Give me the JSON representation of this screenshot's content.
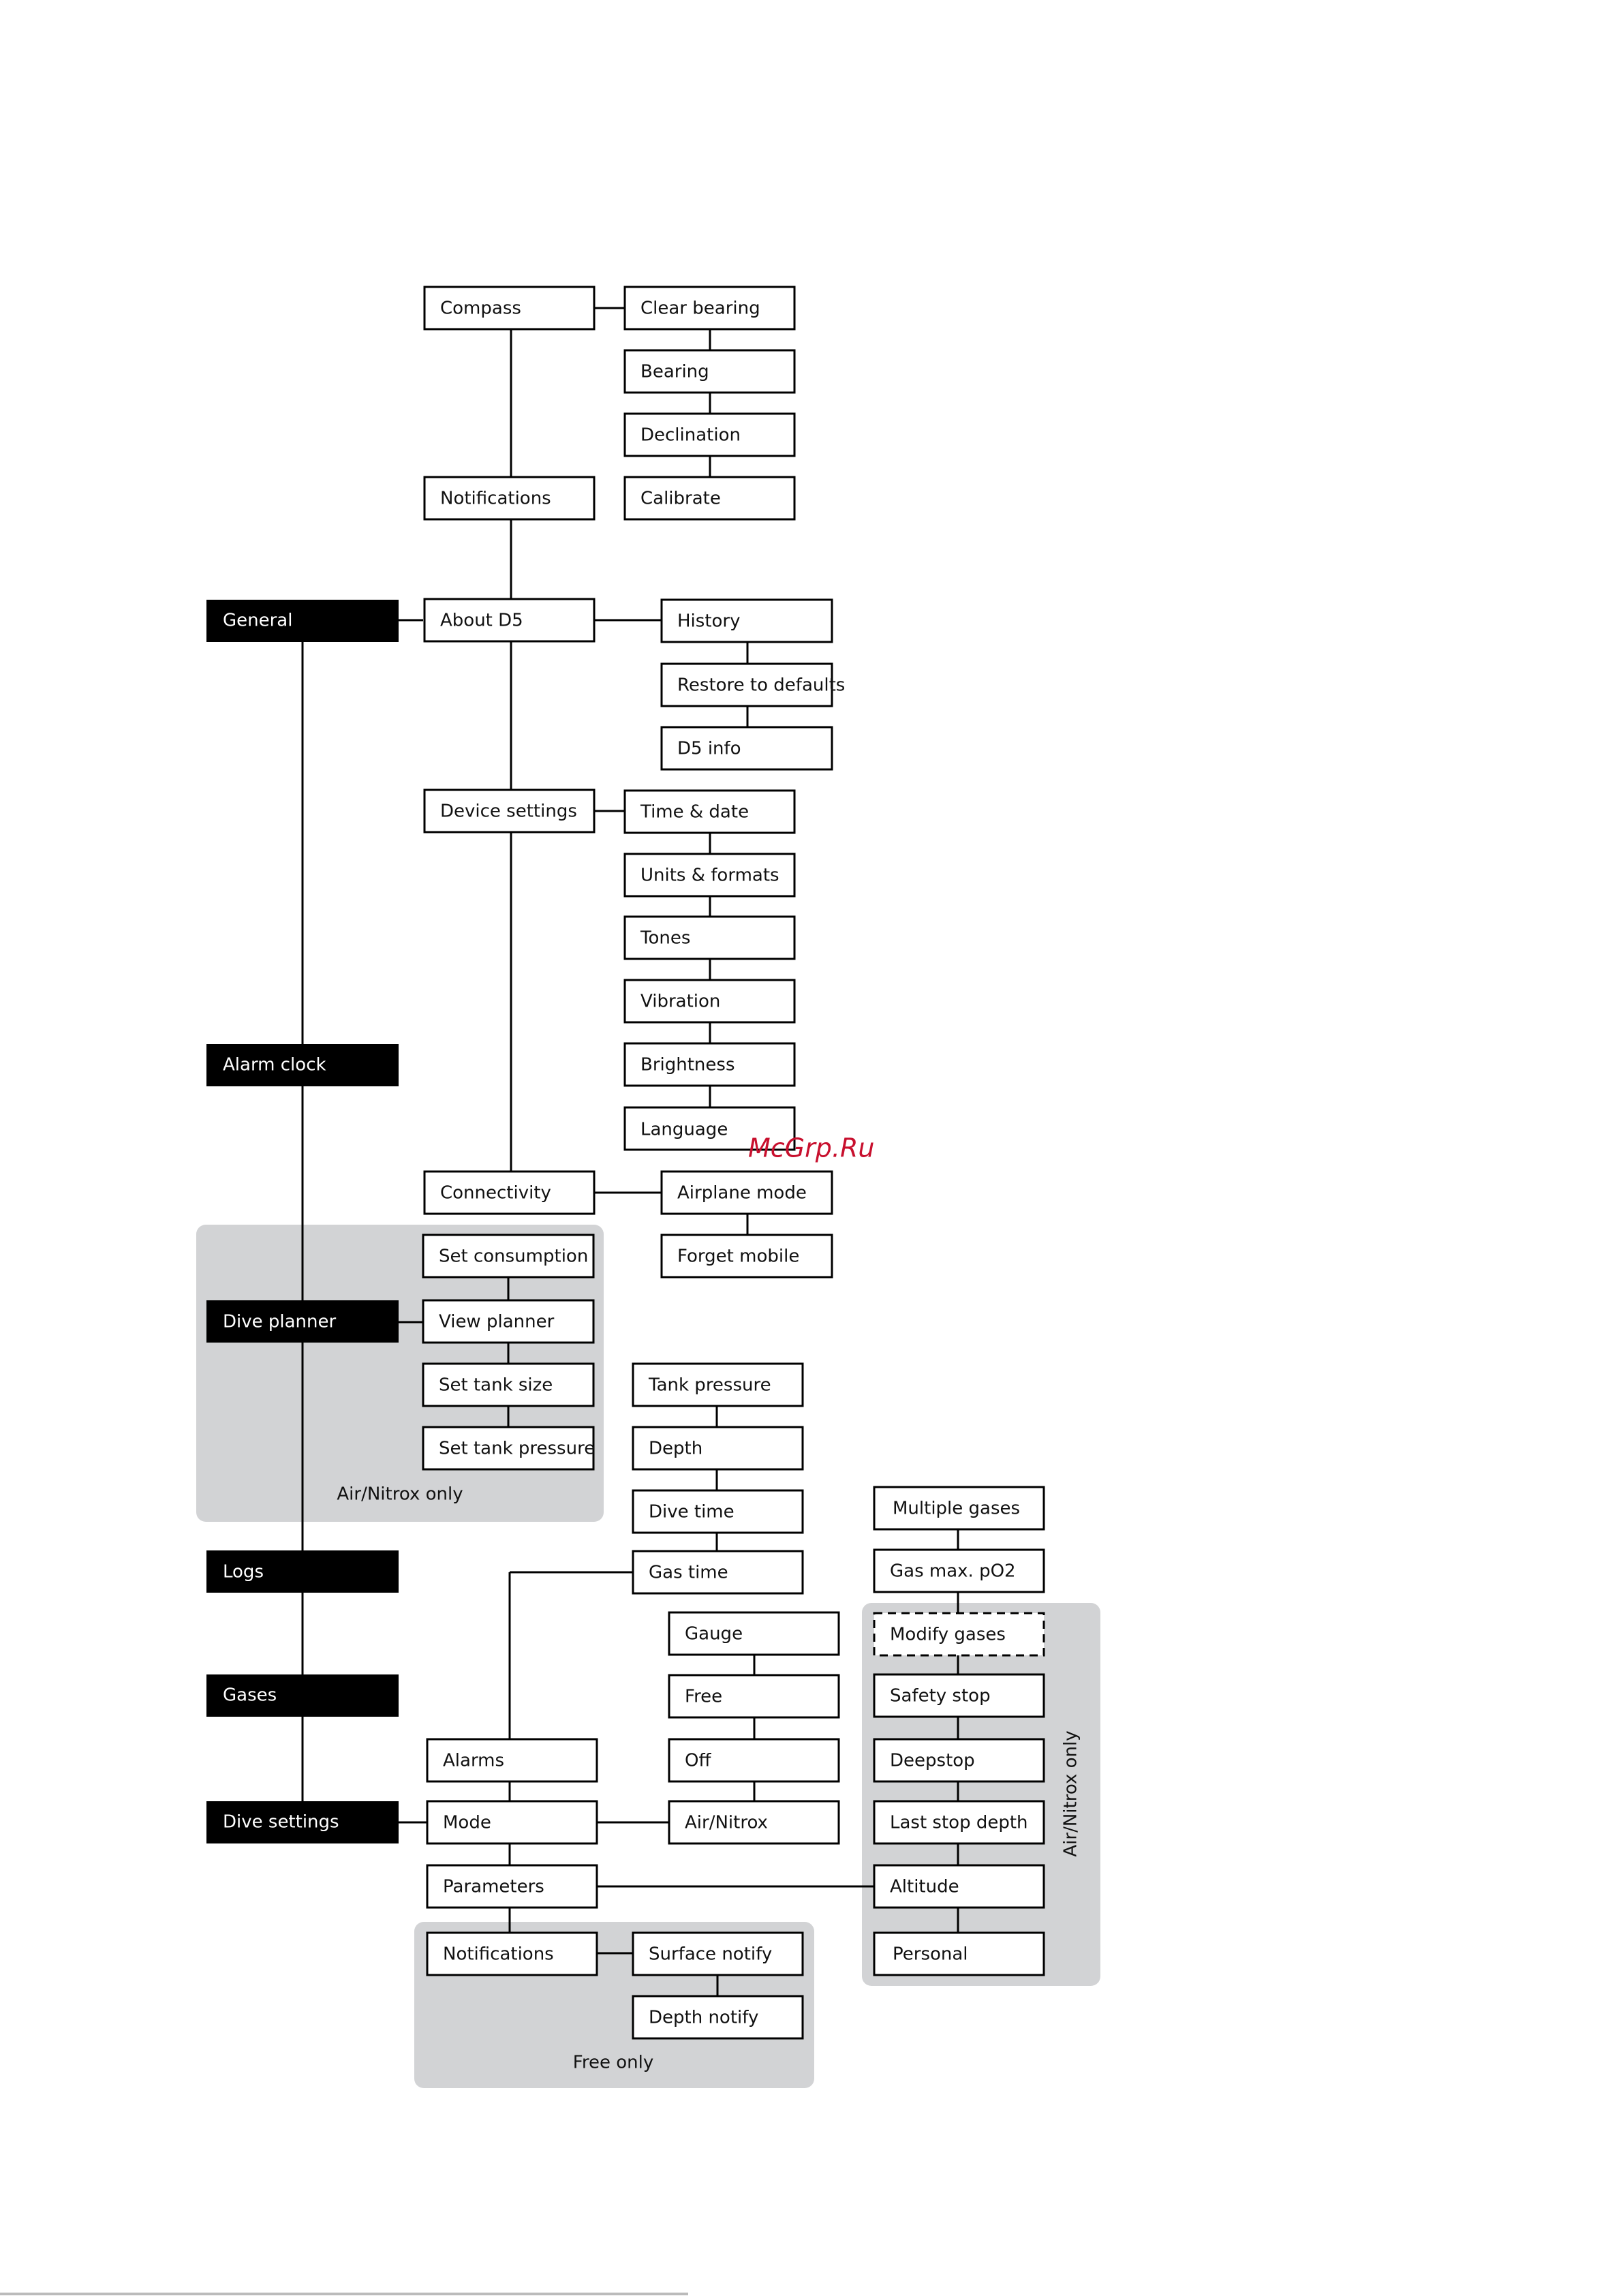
{
  "roots": {
    "general": "General",
    "alarm_clock": "Alarm clock",
    "dive_planner": "Dive planner",
    "logs": "Logs",
    "gases": "Gases",
    "dive_settings": "Dive settings"
  },
  "general": {
    "compass": "Compass",
    "clear_bearing": "Clear bearing",
    "bearing": "Bearing",
    "declination": "Declination",
    "calibrate": "Calibrate",
    "notifications": "Notifications",
    "about_d5": "About D5",
    "history": "History",
    "restore_defaults": "Restore to defaults",
    "d5_info": "D5 info",
    "device_settings": "Device settings",
    "time_date": "Time & date",
    "units_formats": "Units & formats",
    "tones": "Tones",
    "vibration": "Vibration",
    "brightness": "Brightness",
    "language": "Language",
    "connectivity": "Connectivity",
    "airplane_mode": "Airplane mode",
    "forget_mobile": "Forget mobile"
  },
  "dive_planner": {
    "set_consumption": "Set consumption",
    "view_planner": "View planner",
    "set_tank_size": "Set tank size",
    "set_tank_pressure": "Set tank pressure",
    "region_label": "Air/Nitrox only"
  },
  "alarms": {
    "tank_pressure": "Tank pressure",
    "depth": "Depth",
    "dive_time": "Dive time",
    "gas_time": "Gas time"
  },
  "dive_settings": {
    "alarms": "Alarms",
    "mode": "Mode",
    "parameters": "Parameters",
    "notifications": "Notifications",
    "gauge": "Gauge",
    "free": "Free",
    "off": "Off",
    "air_nitrox": "Air/Nitrox",
    "surface_notify": "Surface notify",
    "depth_notify": "Depth notify",
    "free_only_label": "Free only"
  },
  "parameters": {
    "multiple_gases": "Multiple gases",
    "gas_max_po2": "Gas max. pO2",
    "modify_gases": "Modify gases",
    "safety_stop": "Safety stop",
    "deepstop": "Deepstop",
    "last_stop_depth": "Last stop depth",
    "altitude": "Altitude",
    "personal": "Personal",
    "region_label": "Air/Nitrox only"
  },
  "watermark": "McGrp.Ru"
}
